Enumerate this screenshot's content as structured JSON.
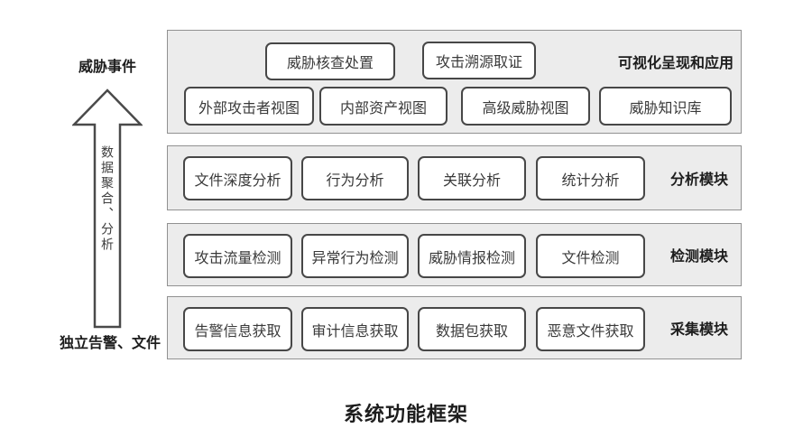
{
  "title": "系统功能框架",
  "left_flow": {
    "top_label": "威胁事件",
    "arrow_text": "数据聚合、分析",
    "bottom_label": "独立告警、文件"
  },
  "layers": {
    "visualization": {
      "label": "可视化呈现和应用",
      "row1": [
        "威胁核查处置",
        "攻击溯源取证"
      ],
      "row2": [
        "外部攻击者视图",
        "内部资产视图",
        "高级威胁视图",
        "威胁知识库"
      ]
    },
    "analysis": {
      "label": "分析模块",
      "boxes": [
        "文件深度分析",
        "行为分析",
        "关联分析",
        "统计分析"
      ]
    },
    "detection": {
      "label": "检测模块",
      "boxes": [
        "攻击流量检测",
        "异常行为检测",
        "威胁情报检测",
        "文件检测"
      ]
    },
    "collection": {
      "label": "采集模块",
      "boxes": [
        "告警信息获取",
        "审计信息获取",
        "数据包获取",
        "恶意文件获取"
      ]
    }
  },
  "colors": {
    "band_fill": "#ececec",
    "band_border": "#919191",
    "box_border": "#474747",
    "text": "#3a3a3a",
    "label_text": "#1d1d1d",
    "background": "#ffffff"
  }
}
